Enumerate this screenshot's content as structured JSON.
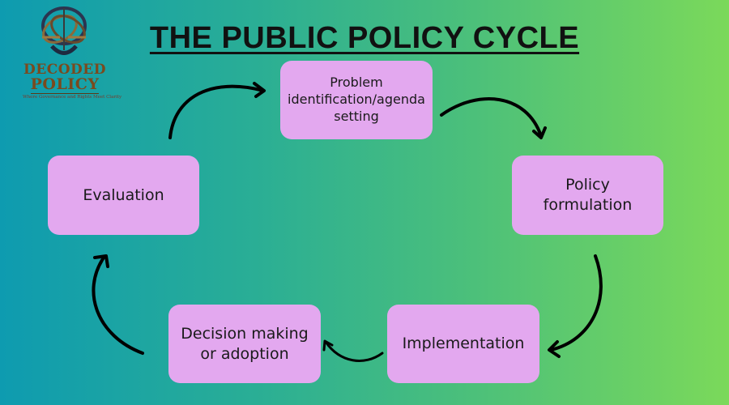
{
  "logo": {
    "name_line1": "DECODED",
    "name_line2": "POLICY",
    "tagline": "Where Governance and Rights Meet Clarity"
  },
  "title": "THE PUBLIC POLICY CYCLE",
  "colors": {
    "box_fill": "#e3a8ef",
    "arrow": "#000000",
    "gradient_start": "#0e9bb0",
    "gradient_end": "#7bd95a"
  },
  "stages": [
    {
      "label": "Problem identification/agenda setting"
    },
    {
      "label": "Policy formulation"
    },
    {
      "label": "Implementation"
    },
    {
      "label": "Decision making or adoption"
    },
    {
      "label": "Evaluation"
    }
  ],
  "flow": [
    {
      "from": "Evaluation",
      "to": "Problem identification/agenda setting"
    },
    {
      "from": "Problem identification/agenda setting",
      "to": "Policy formulation"
    },
    {
      "from": "Policy formulation",
      "to": "Implementation"
    },
    {
      "from": "Implementation",
      "to": "Decision making or adoption"
    },
    {
      "from": "Decision making or adoption",
      "to": "Evaluation"
    }
  ]
}
